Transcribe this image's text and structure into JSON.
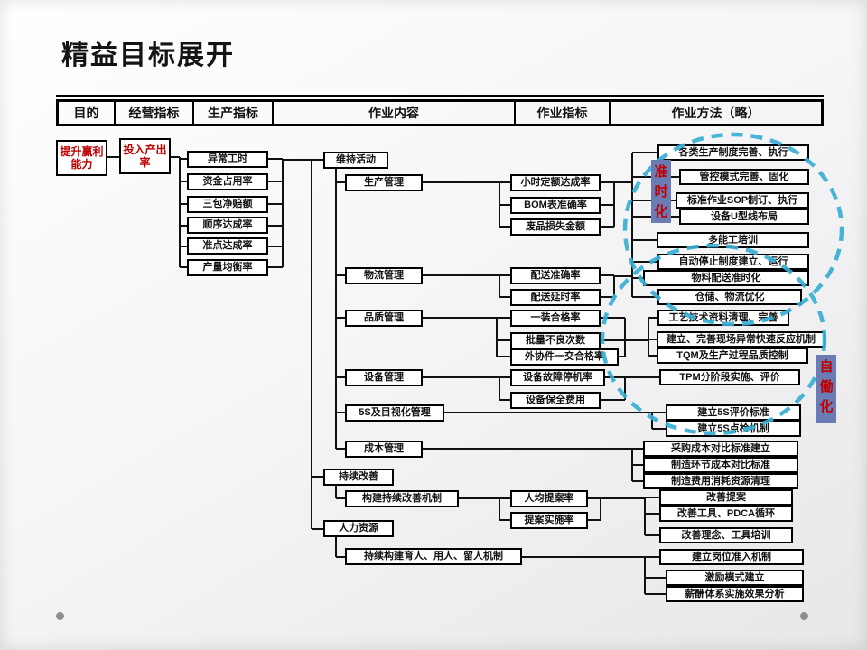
{
  "title": "精益目标展开",
  "header": {
    "purpose": "目的",
    "business_indicator": "经营指标",
    "production_indicator": "生产指标",
    "work_content": "作业内容",
    "work_indicator": "作业指标",
    "work_method": "作业方法（略）"
  },
  "purpose_node": "提升赢利能力",
  "business_node": "投入产出率",
  "production_nodes": [
    "异常工时",
    "资金占用率",
    "三包净赔额",
    "顺序达成率",
    "准点达成率",
    "产量均衡率"
  ],
  "content_nodes": {
    "maintain": "维持活动",
    "production_mgmt": "生产管理",
    "logistics_mgmt": "物流管理",
    "quality_mgmt": "品质管理",
    "equipment_mgmt": "设备管理",
    "s5_visual_mgmt": "5S及目视化管理",
    "cost_mgmt": "成本管理",
    "continuous_improve": "持续改善",
    "improve_mechanism": "构建持续改善机制",
    "human_resource": "人力资源",
    "people_mechanism": "持续构建育人、用人、留人机制"
  },
  "indicator_nodes": {
    "production": [
      "小时定额达成率",
      "BOM表准确率",
      "废品损失金额"
    ],
    "logistics": [
      "配送准确率",
      "配送延时率"
    ],
    "quality": [
      "一装合格率",
      "批量不良次数",
      "外协件一交合格率"
    ],
    "equipment": [
      "设备故障停机率",
      "设备保全费用"
    ],
    "improvement": [
      "人均提案率",
      "提案实施率"
    ]
  },
  "method_nodes": {
    "production": [
      "各类生产制度完善、执行",
      "管控模式完善、固化",
      "标准作业SOP制订、执行",
      "设备U型线布局",
      "多能工培训",
      "自动停止制度建立、运行"
    ],
    "logistics": [
      "物料配送准时化",
      "仓储、物流优化"
    ],
    "quality": [
      "工艺技术资料清理、完善",
      "建立、完善现场异常快速反应机制",
      "TQM及生产过程品质控制"
    ],
    "equipment": [
      "TPM分阶段实施、评价"
    ],
    "s5": [
      "建立5S评价标准",
      "建立5S点检机制"
    ],
    "cost": [
      "采购成本对比标准建立",
      "制造环节成本对比标准",
      "制造费用消耗资源清理"
    ],
    "improvement": [
      "改善提案",
      "改善工具、PDCA循环",
      "改善理念、工具培训"
    ],
    "hr": [
      "建立岗位准入机制",
      "激励模式建立",
      "薪酬体系实施效果分析"
    ]
  },
  "annotations": {
    "jit_label": "准时化",
    "jidoka_label": "自働化"
  },
  "colors": {
    "accent_red": "#c00000",
    "annotation_bg": "#6b7cb4",
    "ellipse_dash": "#38aed3"
  }
}
